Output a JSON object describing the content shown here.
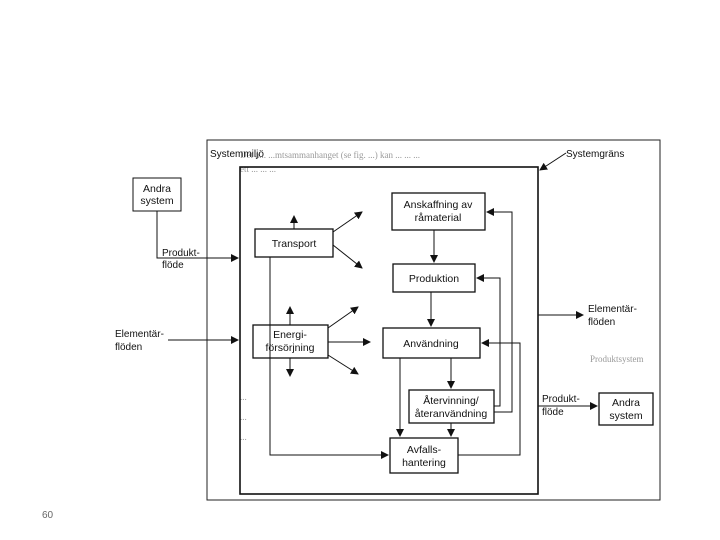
{
  "labels": {
    "systemmiljo": "Systemmiljö",
    "systemgrans": "Systemgräns",
    "andra_system_left": [
      "Andra",
      "system"
    ],
    "produktflode_left": [
      "Produkt-",
      "flöde"
    ],
    "elementarfloden_left": [
      "Elementär-",
      "flöden"
    ],
    "elementarfloden_right": [
      "Elementär-",
      "flöden"
    ],
    "produktflode_right": [
      "Produkt-",
      "flöde"
    ],
    "andra_system_right": [
      "Andra",
      "system"
    ]
  },
  "boxes": {
    "anskaffning": [
      "Anskaffning av",
      "råmaterial"
    ],
    "transport": [
      "Transport"
    ],
    "produktion": [
      "Produktion"
    ],
    "energi": [
      "Energi-",
      "försörjning"
    ],
    "anvandning": [
      "Användning"
    ],
    "atervinning": [
      "Återvinning/",
      "återanvändning"
    ],
    "avfall": [
      "Avfalls-",
      "hantering"
    ]
  },
  "background_text": [
    "Det a... ...mtsammanhanget (se fig. ...) kan ... ... ...",
    "ett ... ... ...",
    "Produktsystem",
    "...",
    "...",
    "..."
  ],
  "page_number": "60"
}
